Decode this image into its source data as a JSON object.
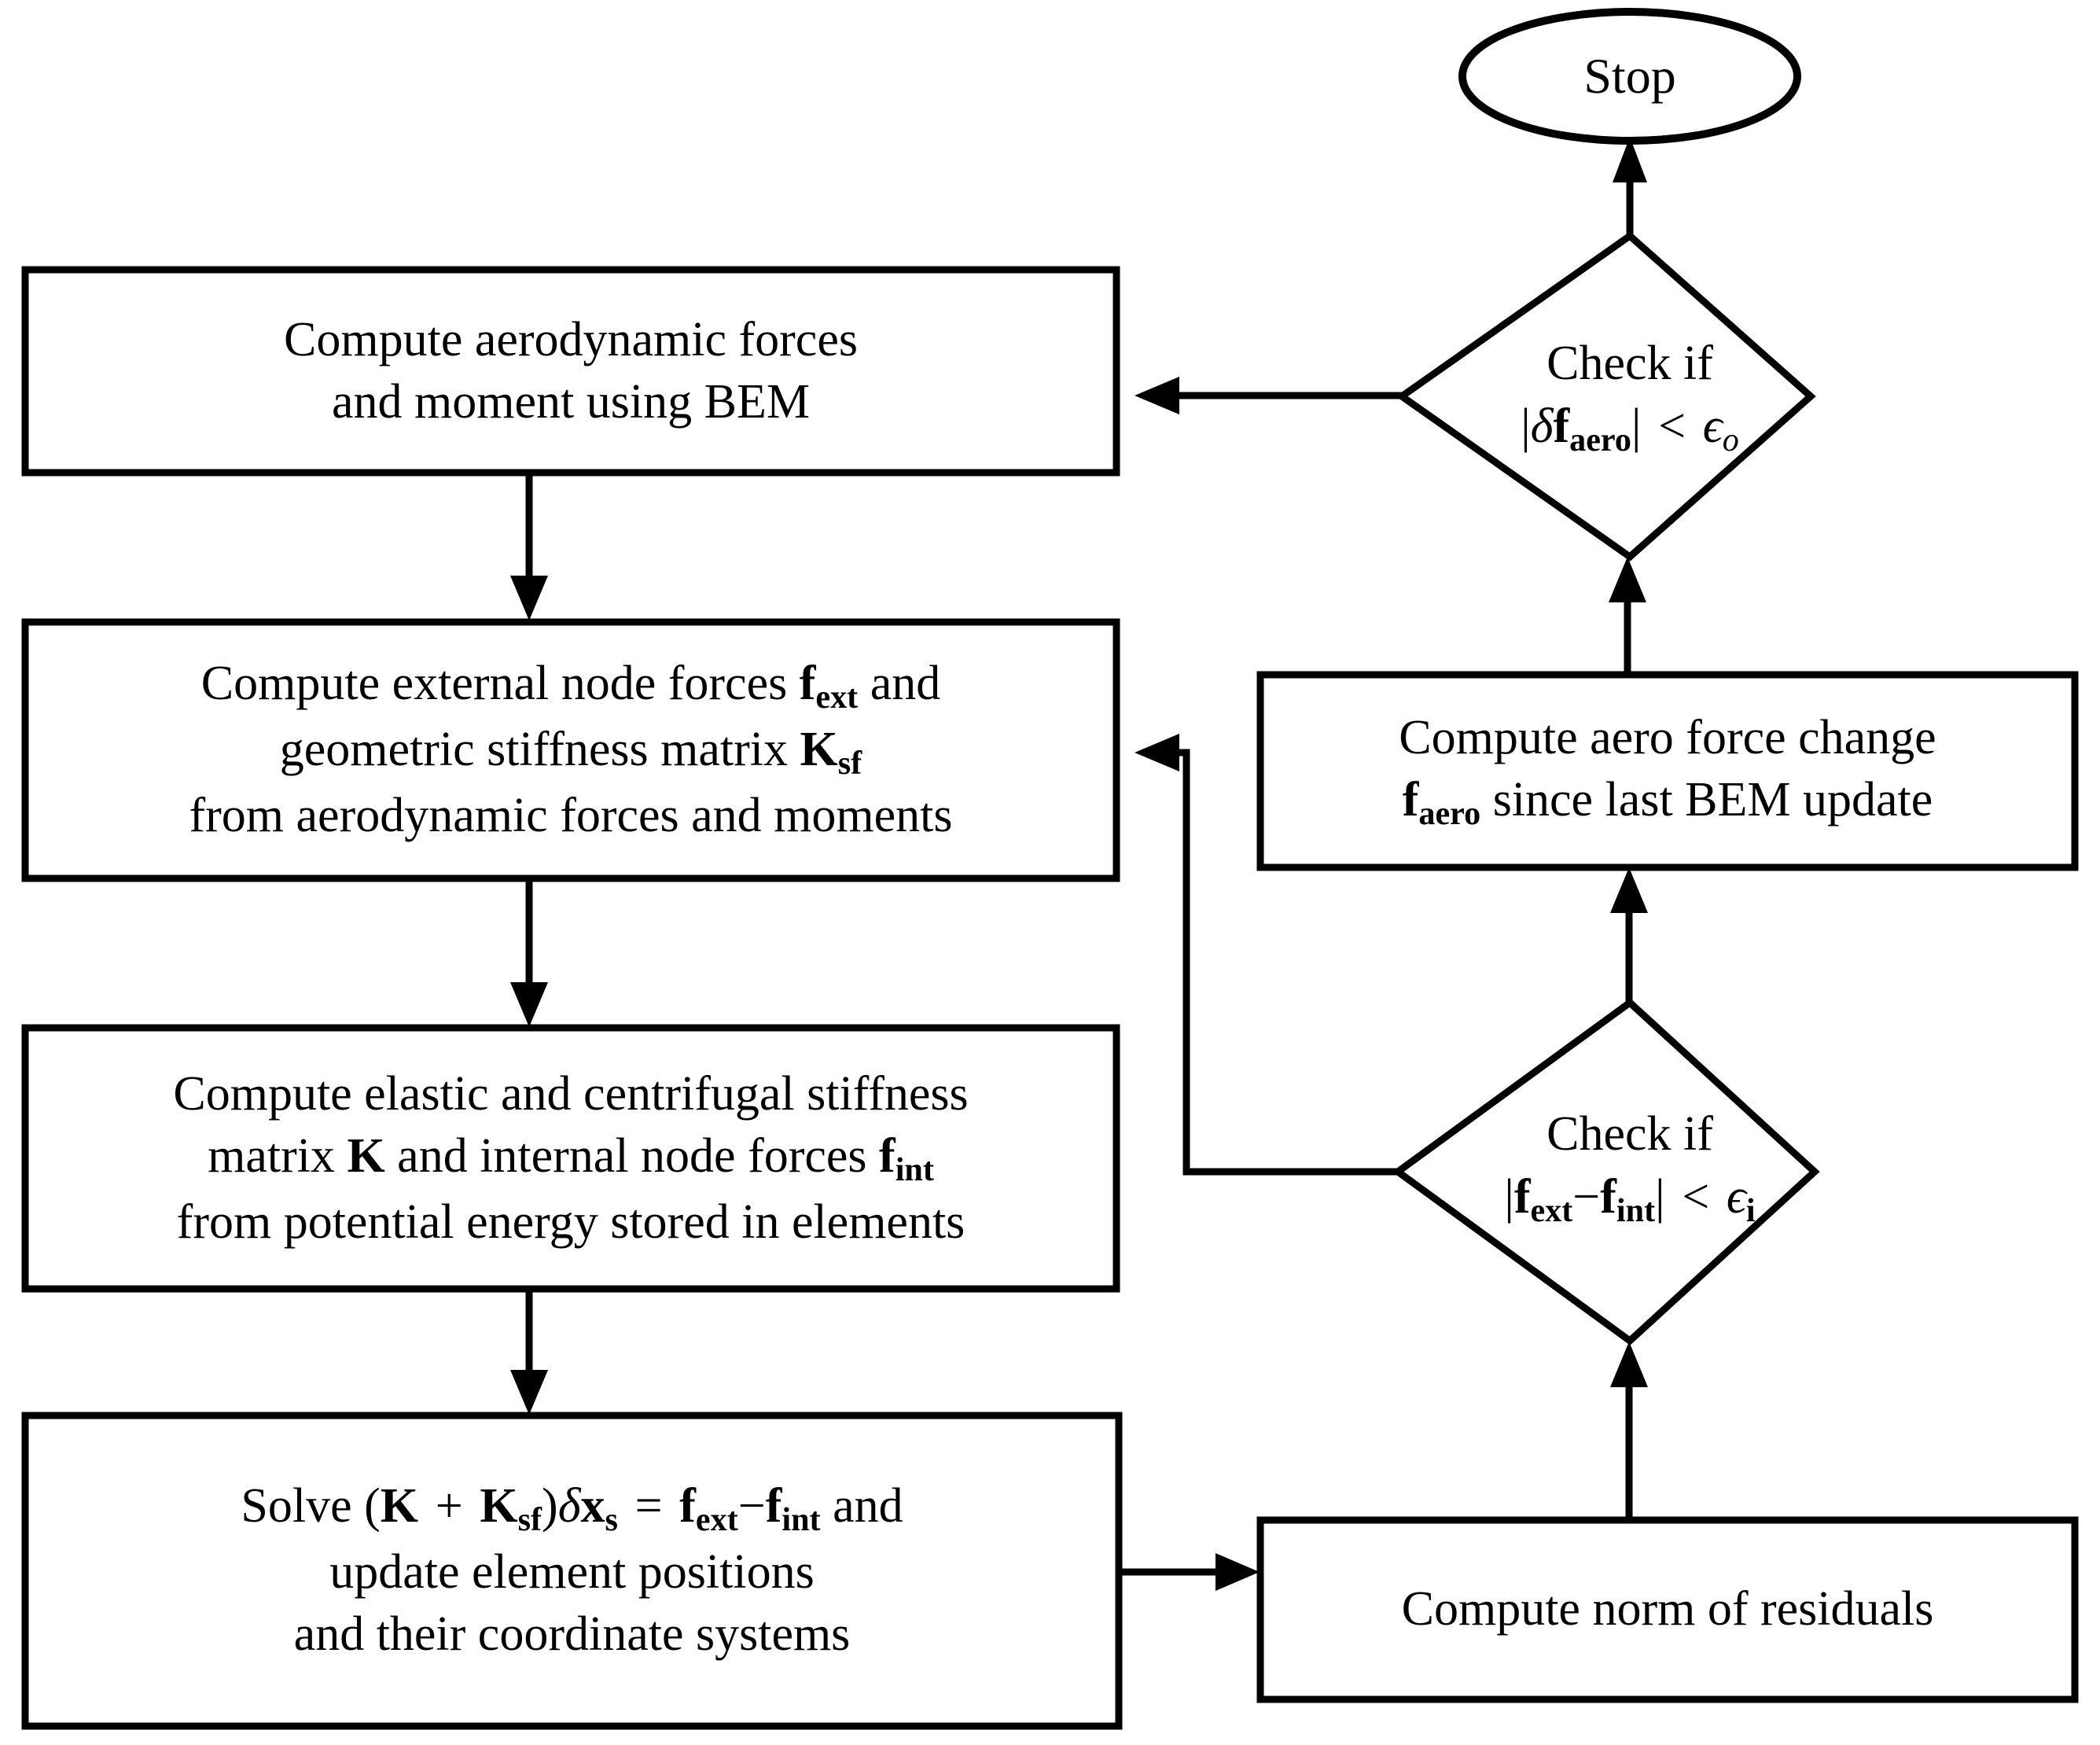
{
  "diagram": {
    "type": "flowchart",
    "title": "Aeroelastic BEM-FEM coupled solver loop",
    "background_color": "#ffffff",
    "line_color": "#000000",
    "nodes": [
      {
        "id": "stop",
        "shape": "ellipse",
        "label": "Stop",
        "lines": [
          "Stop"
        ]
      },
      {
        "id": "check-outer",
        "shape": "diamond",
        "label": "Check if |δf_aero| < ϵ_o",
        "lines": [
          "Check if",
          "|δf_aero| < ϵ_o"
        ]
      },
      {
        "id": "compute-aero-forces",
        "shape": "rect",
        "label": "Compute aerodynamic forces and moment using BEM",
        "lines": [
          "Compute aerodynamic forces",
          "and moment using BEM"
        ]
      },
      {
        "id": "compute-external-forces",
        "shape": "rect",
        "label": "Compute external node forces f_ext and geometric stiffness matrix K_sf from aerodynamic forces and moments",
        "lines": [
          "Compute external node forces f_ext and",
          "geometric stiffness matrix K_sf",
          "from aerodynamic forces and moments"
        ]
      },
      {
        "id": "compute-stiffness",
        "shape": "rect",
        "label": "Compute elastic and centrifugal stiffness matrix K and internal node forces f_int from potential energy stored in elements",
        "lines": [
          "Compute elastic and centrifugal stiffness",
          "matrix K and internal node forces f_int",
          "from potential energy stored in elements"
        ]
      },
      {
        "id": "solve-system",
        "shape": "rect",
        "label": "Solve (K + K_sf)δx_s = f_ext−f_int and update element positions and their coordinate systems",
        "lines": [
          "Solve (K + K_sf)δx_s = f_ext−f_int and",
          "update element positions",
          "and their coordinate systems"
        ]
      },
      {
        "id": "compute-aero-change",
        "shape": "rect",
        "label": "Compute aero force change f_aero since last BEM update",
        "lines": [
          "Compute aero force change",
          "f_aero since last BEM update"
        ]
      },
      {
        "id": "check-inner",
        "shape": "diamond",
        "label": "Check if |f_ext−f_int| < ϵ_i",
        "lines": [
          "Check if",
          "|f_ext−f_int| < ϵ_i"
        ]
      },
      {
        "id": "compute-residual-norm",
        "shape": "rect",
        "label": "Compute norm of residuals",
        "lines": [
          "Compute norm of residuals"
        ]
      }
    ],
    "edges": [
      {
        "id": "edge-check-outer-to-stop",
        "from": "check-outer",
        "to": "stop",
        "style": "straight-up"
      },
      {
        "id": "edge-check-outer-to-aero",
        "from": "check-outer",
        "to": "compute-aero-forces",
        "style": "straight-left"
      },
      {
        "id": "edge-aero-to-external",
        "from": "compute-aero-forces",
        "to": "compute-external-forces",
        "style": "straight-down"
      },
      {
        "id": "edge-external-to-stiffness",
        "from": "compute-external-forces",
        "to": "compute-stiffness",
        "style": "straight-down"
      },
      {
        "id": "edge-stiffness-to-solve",
        "from": "compute-stiffness",
        "to": "solve-system",
        "style": "straight-down"
      },
      {
        "id": "edge-solve-to-residual",
        "from": "solve-system",
        "to": "compute-residual-norm",
        "style": "straight-right"
      },
      {
        "id": "edge-residual-to-check-inner",
        "from": "compute-residual-norm",
        "to": "check-inner",
        "style": "straight-up"
      },
      {
        "id": "edge-check-inner-to-external",
        "from": "check-inner",
        "to": "compute-external-forces",
        "style": "elbow-left-up"
      },
      {
        "id": "edge-check-inner-to-aero-change",
        "from": "check-inner",
        "to": "compute-aero-change",
        "style": "straight-up"
      },
      {
        "id": "edge-aero-change-to-check-outer",
        "from": "compute-aero-change",
        "to": "check-outer",
        "style": "straight-up"
      }
    ],
    "symbols": {
      "f_ext": "f_ext",
      "f_int": "f_int",
      "f_aero": "f_aero",
      "K": "K",
      "K_sf": "K_sf",
      "delta_x_s": "δx_s",
      "epsilon_outer": "ϵ_o",
      "epsilon_inner": "ϵ_i"
    }
  }
}
